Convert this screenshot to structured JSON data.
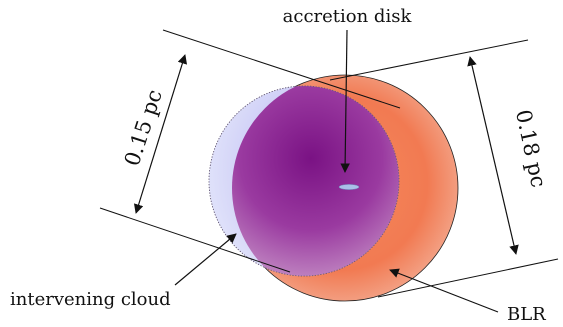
{
  "labels": {
    "accretion_disk": "accretion disk",
    "intervening_cloud": "intervening cloud",
    "blr": "BLR",
    "cloud_size": "0.15 pc",
    "blr_size": "0.18 pc"
  },
  "colors": {
    "blr_fill": "#f2784e",
    "cloud_fill": "#bcc0f2",
    "overlap_core": "#8b1a8f",
    "disk_fill": "#a9c0e8",
    "line": "#111111"
  }
}
